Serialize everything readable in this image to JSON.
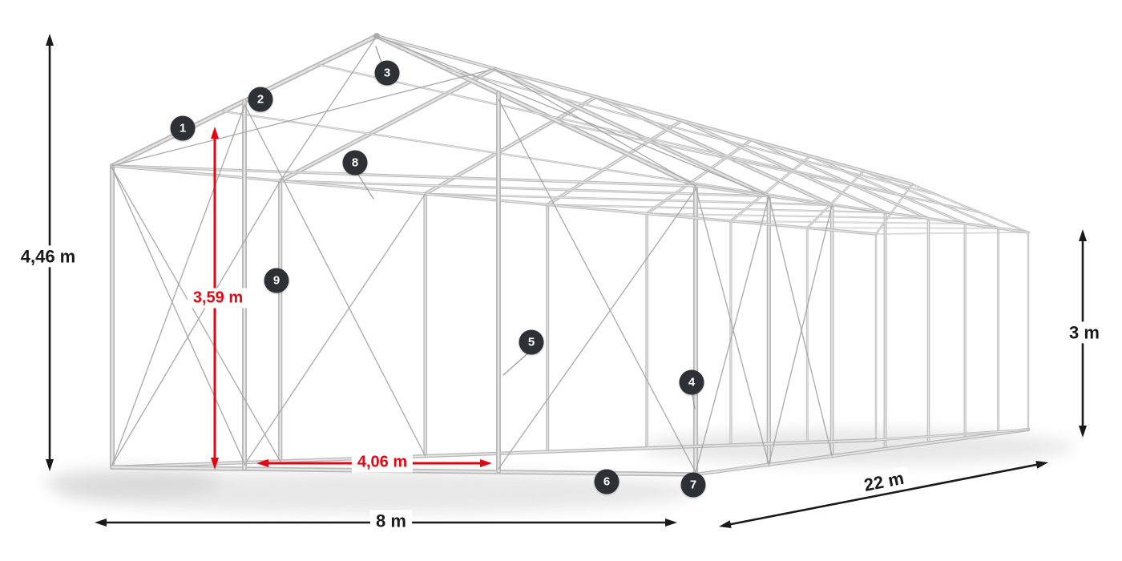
{
  "diagram": {
    "dimensions": {
      "overall_height": "4,46 m",
      "ridge_clear_height": "3,59 m",
      "side_height": "3 m",
      "width": "8 m",
      "length": "22 m",
      "passage_width": "4,06 m"
    },
    "badges": [
      "1",
      "2",
      "3",
      "4",
      "5",
      "6",
      "7",
      "8",
      "9"
    ],
    "colors": {
      "accent_red": "#e30613",
      "badge_bg": "#2d3136",
      "badge_text": "#ffffff",
      "dim_text": "#1a1a1a",
      "frame_main": "#b9b9b9",
      "frame_highlight": "#e4e4e4",
      "brace": "#a8a8a8",
      "leader": "#9a9a9a",
      "shadow": "#d9d9d9"
    }
  }
}
